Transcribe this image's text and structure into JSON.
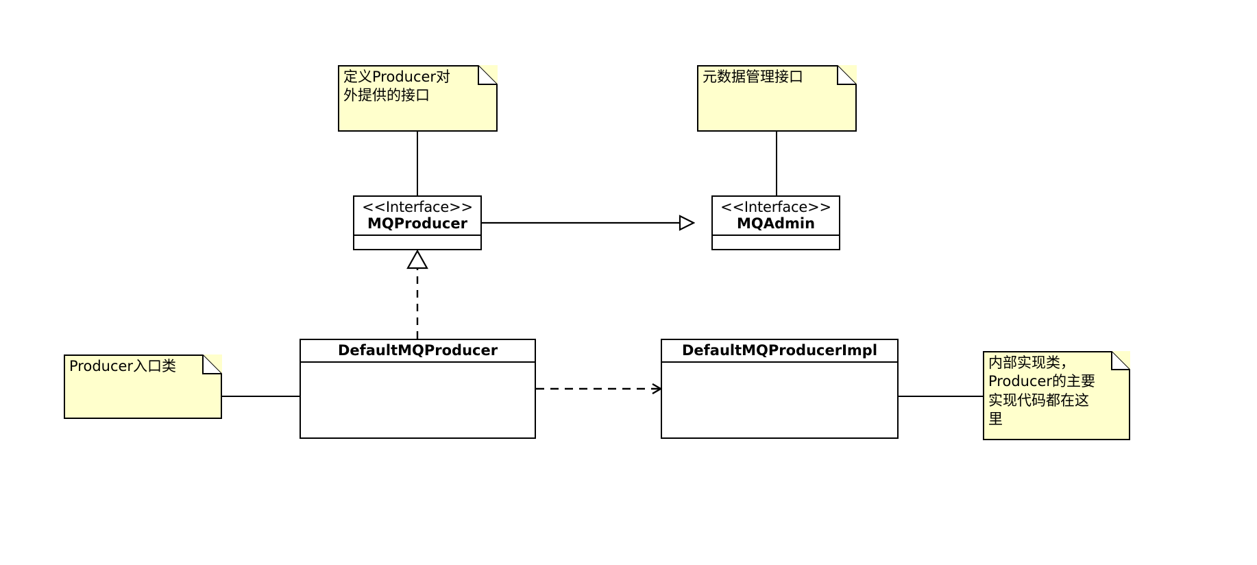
{
  "diagram": {
    "title": "RocketMQ Producer UML class diagram",
    "type": "uml-class-diagram",
    "background_color": "#ffffff",
    "line_color": "#000000",
    "note_fill_color": "#ffffcc",
    "box_fill_color": "#ffffff"
  },
  "nodes": {
    "mq_producer": {
      "stereotype": "<<Interface>>",
      "name": "MQProducer",
      "kind": "interface"
    },
    "mq_admin": {
      "stereotype": "<<Interface>>",
      "name": "MQAdmin",
      "kind": "interface"
    },
    "default_mq_producer": {
      "name": "DefaultMQProducer",
      "kind": "class"
    },
    "default_mq_producer_impl": {
      "name": "DefaultMQProducerImpl",
      "kind": "class"
    }
  },
  "notes": {
    "producer_interface_note": {
      "text": "定义Producer对\n外提供的接口",
      "attached_to": "MQProducer"
    },
    "metadata_note": {
      "text": "元数据管理接口",
      "attached_to": "MQAdmin"
    },
    "entry_class_note": {
      "text": "Producer入口类",
      "attached_to": "DefaultMQProducer"
    },
    "impl_note": {
      "text": "内部实现类，\nProducer的主要\n实现代码都在这\n里",
      "attached_to": "DefaultMQProducerImpl"
    }
  },
  "edges": [
    {
      "name": "mqproducer-extends-mqadmin",
      "from": "MQProducer",
      "to": "MQAdmin",
      "style": "solid",
      "arrowhead": "hollow-triangle",
      "relation": "generalization"
    },
    {
      "name": "defaultmqproducer-implements-mqproducer",
      "from": "DefaultMQProducer",
      "to": "MQProducer",
      "style": "dashed",
      "arrowhead": "hollow-triangle",
      "relation": "realization"
    },
    {
      "name": "defaultmqproducer-depends-impl",
      "from": "DefaultMQProducer",
      "to": "DefaultMQProducerImpl",
      "style": "dashed",
      "arrowhead": "open",
      "relation": "dependency"
    },
    {
      "name": "note-link-producer-interface",
      "from": "定义Producer对外提供的接口",
      "to": "MQProducer",
      "style": "solid",
      "arrowhead": "none",
      "relation": "note-anchor"
    },
    {
      "name": "note-link-metadata",
      "from": "元数据管理接口",
      "to": "MQAdmin",
      "style": "solid",
      "arrowhead": "none",
      "relation": "note-anchor"
    },
    {
      "name": "note-link-entry-class",
      "from": "Producer入口类",
      "to": "DefaultMQProducer",
      "style": "solid",
      "arrowhead": "none",
      "relation": "note-anchor"
    },
    {
      "name": "note-link-impl",
      "from": "内部实现类，Producer的主要实现代码都在这里",
      "to": "DefaultMQProducerImpl",
      "style": "solid",
      "arrowhead": "none",
      "relation": "note-anchor"
    }
  ]
}
